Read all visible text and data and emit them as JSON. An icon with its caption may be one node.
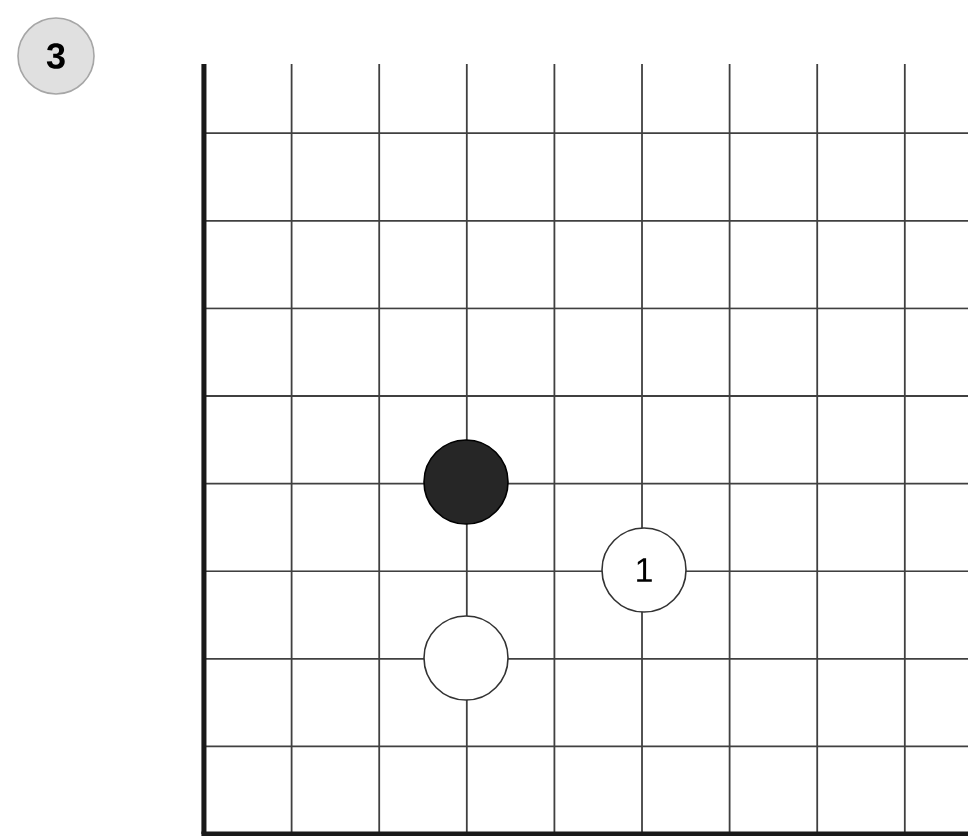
{
  "diagram": {
    "nodes": [
      {
        "text": [
          "3"
        ]
      },
      {
        "text": [],
        "shape": "circle"
      },
      {
        "text": [
          "1"
        ]
      },
      {
        "text": [],
        "shape": "circle"
      }
    ]
  }
}
